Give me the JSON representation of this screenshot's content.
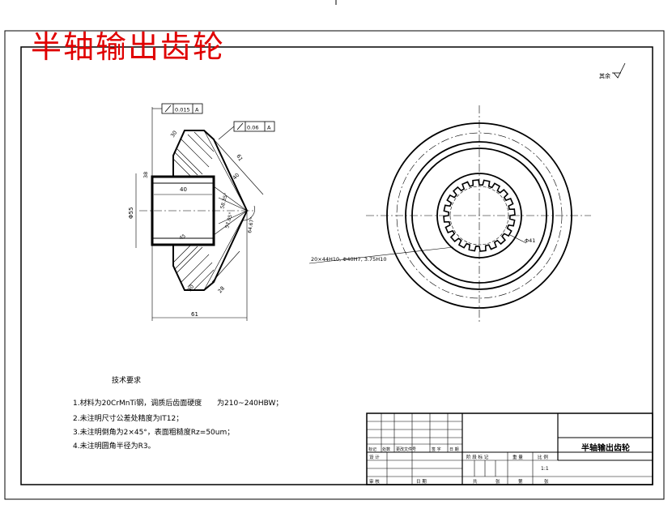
{
  "drawing": {
    "title": "半轴输出齿轮",
    "roughness_note": "其余",
    "callouts": {
      "runout_1": "0.015",
      "runout_1_datum": "A",
      "runout_2": "0.06",
      "runout_2_datum": "A"
    },
    "dimensions": {
      "bore_length": "40",
      "dia_55": "Φ55",
      "overall_length": "61",
      "angle_64": "64.67°",
      "angle_58": "58.35°",
      "angle_57": "57.05°",
      "d30_top": "30",
      "d30_bottom": "30",
      "d38": "38",
      "d40": "40",
      "d61": "61",
      "d28": "28",
      "d41": "Φ41",
      "spline": "20×44H10, Φ40H7, 3.75H10"
    },
    "tech_requirements": {
      "heading": "技术要求",
      "items": [
        "1.材料为20CrMnTi钢，调质后齿面硬度",
        "为210~240HBW；",
        "2.未注明尺寸公差处精度为IT12；",
        "3.未注明倒角为2×45°，表面粗糙度Rz=50um；",
        "4.未注明圆角半径为R3。"
      ]
    },
    "title_block": {
      "part_name": "半轴输出齿轮",
      "headers": [
        "标记",
        "处数",
        "更改文件号",
        "签  字",
        "日  期"
      ],
      "row_design": "设  计",
      "row_review": "审  核",
      "cols_stage": [
        "阶 段 标 记",
        "重 量",
        "比 例"
      ],
      "scale": "1:1",
      "sheet_labels": [
        "共",
        "张",
        "第",
        "张"
      ],
      "approve": "日  期"
    }
  }
}
